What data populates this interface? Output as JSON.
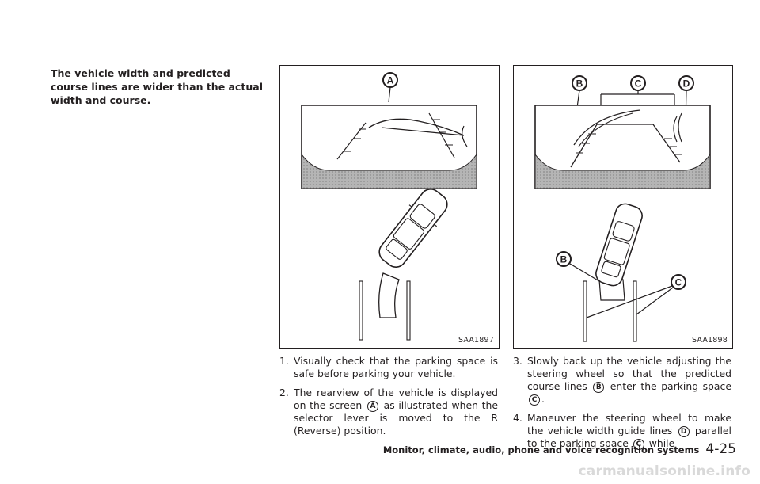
{
  "intro_text": "The vehicle width and predicted course lines are wider than the actual width and course.",
  "figure_left": {
    "code": "SAA1897",
    "callouts": [
      "A"
    ]
  },
  "figure_right": {
    "code": "SAA1898",
    "callouts": [
      "B",
      "C",
      "D",
      "B",
      "C"
    ]
  },
  "steps_left": [
    {
      "num": "1.",
      "text": "Visually check that the parking space is safe before parking your vehicle."
    },
    {
      "num": "2.",
      "pre": "The rearview of the vehicle is displayed on the screen",
      "ref": "A",
      "post": "as illustrated when the selector lever is moved to the R (Reverse) position."
    }
  ],
  "steps_right": [
    {
      "num": "3.",
      "pre": "Slowly back up the vehicle adjusting the steering wheel so that the predicted course lines",
      "ref1": "B",
      "mid": "enter the parking space",
      "ref2": "C",
      "post": "."
    },
    {
      "num": "4.",
      "pre": "Maneuver the steering wheel to make the vehicle width guide lines",
      "ref1": "D",
      "mid": "parallel to the parking space",
      "ref2": "C",
      "post": "while"
    }
  ],
  "footer": {
    "title": "Monitor, climate, audio, phone and voice recognition systems",
    "page": "4-25"
  },
  "watermark": "carmanualsonline.info"
}
